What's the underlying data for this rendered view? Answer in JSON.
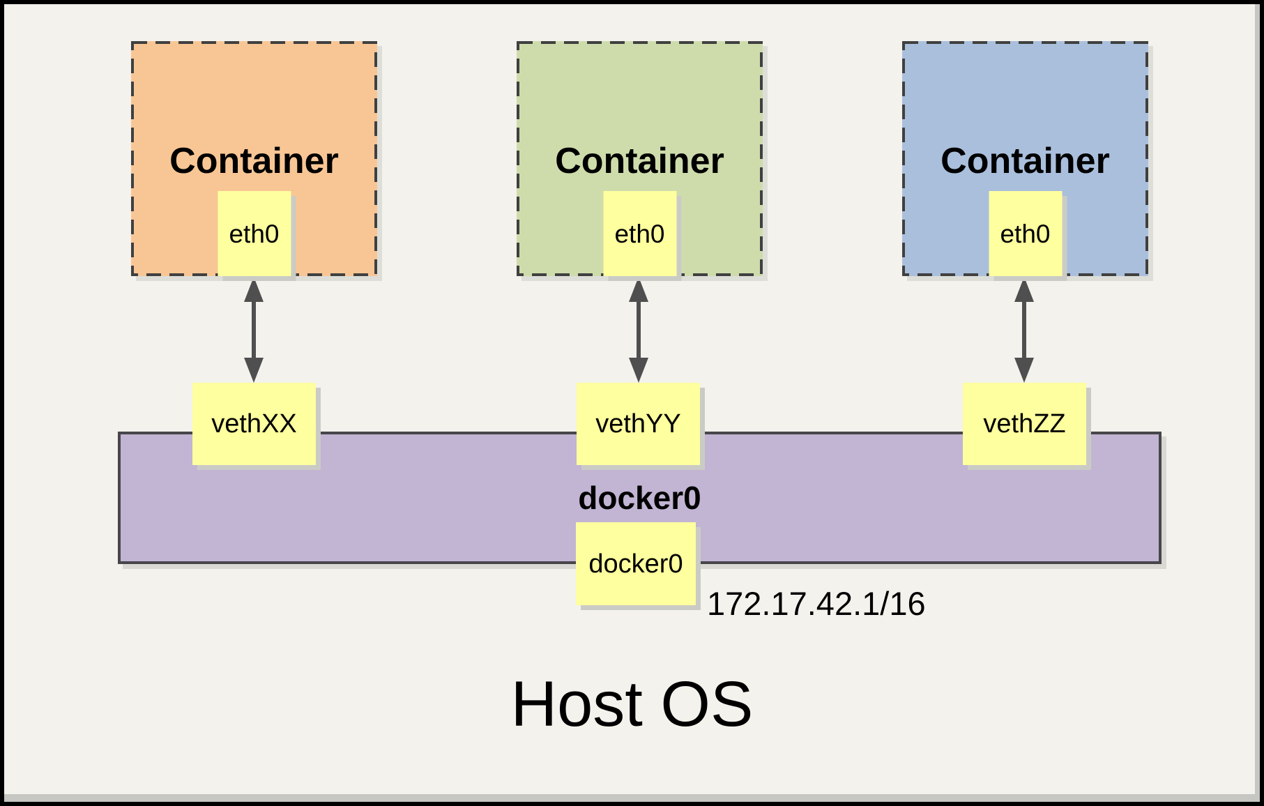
{
  "host": {
    "label": "Host OS"
  },
  "bridge": {
    "label": "docker0",
    "interface_label": "docker0",
    "ip_cidr": "172.17.42.1/16",
    "fill": "#C2B4D3"
  },
  "containers": [
    {
      "label": "Container",
      "interface_label": "eth0",
      "veth_label": "vethXX",
      "fill": "#F8C695"
    },
    {
      "label": "Container",
      "interface_label": "eth0",
      "veth_label": "vethYY",
      "fill": "#CEDCAC"
    },
    {
      "label": "Container",
      "interface_label": "eth0",
      "veth_label": "vethZZ",
      "fill": "#AABFDC"
    }
  ],
  "colors": {
    "canvas_bg": "#F4F2ED",
    "frame_border": "#000000",
    "label_box_yellow": "#FEFF9E",
    "dashed_border": "#404040",
    "arrow": "#4F4F4F"
  }
}
